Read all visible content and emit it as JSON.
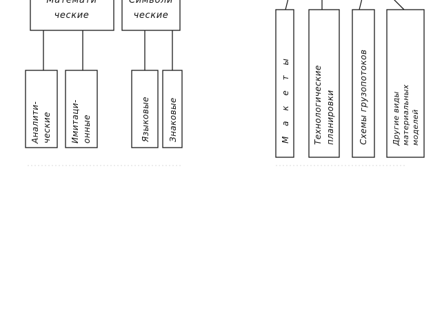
{
  "top_boxes": {
    "mathematical": {
      "line1": "Математи",
      "line2": "ческие"
    },
    "symbolic": {
      "line1": "Символи",
      "line2": "ческие"
    }
  },
  "math_children": [
    {
      "lines": [
        "Аналити-",
        "ческие"
      ]
    },
    {
      "lines": [
        "Имитаци-",
        "онные"
      ]
    }
  ],
  "symbolic_children": [
    {
      "lines": [
        "Языковые"
      ]
    },
    {
      "lines": [
        "Знаковые"
      ]
    }
  ],
  "material_children": [
    {
      "lines": [
        "М а к е т ы"
      ]
    },
    {
      "lines": [
        "Технологические",
        "планировки"
      ]
    },
    {
      "lines": [
        "Схемы грузопотоков"
      ]
    },
    {
      "lines": [
        "Другие виды",
        "материальных",
        "моделей"
      ]
    }
  ]
}
